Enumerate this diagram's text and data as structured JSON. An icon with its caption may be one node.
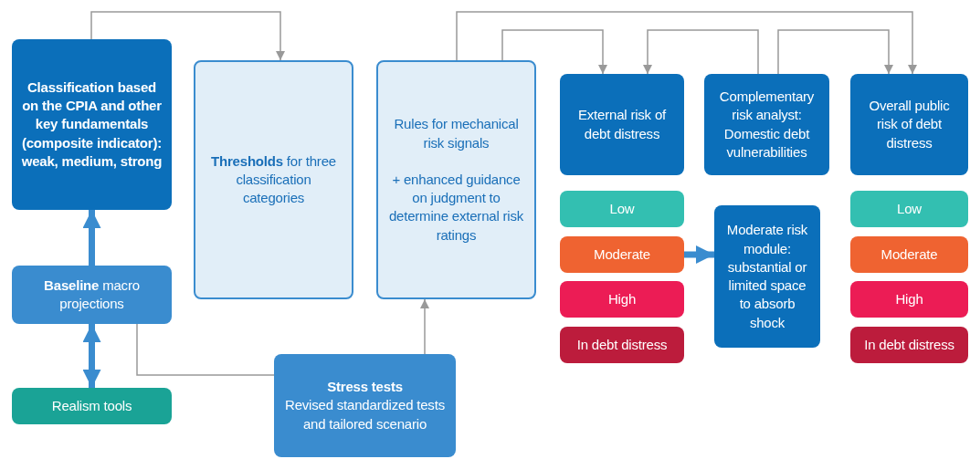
{
  "diagram": {
    "nodes": [
      {
        "text": [
          "Classification based on the CPIA and other key fundamentals (composite indicator): weak, medium, strong"
        ]
      },
      {
        "text": [
          "**Thresholds** for three classification categories"
        ]
      },
      {
        "text": [
          "Rules for mechanical risk signals",
          "+ enhanced guidance on judgment to determine external risk ratings"
        ]
      },
      {
        "text": [
          "External risk of debt distress"
        ]
      },
      {
        "text": [
          "Complementary risk analyst: Domestic debt vulnerabilities"
        ]
      },
      {
        "text": [
          "Overall public risk of debt distress"
        ]
      },
      {
        "text": [
          "Low"
        ]
      },
      {
        "text": [
          "Moderate"
        ]
      },
      {
        "text": [
          "High"
        ]
      },
      {
        "text": [
          "In debt distress"
        ]
      },
      {
        "text": [
          "Moderate risk module: substantial or limited space to absorb shock"
        ]
      },
      {
        "text": [
          "Low"
        ]
      },
      {
        "text": [
          "Moderate"
        ]
      },
      {
        "text": [
          "High"
        ]
      },
      {
        "text": [
          "In debt distress"
        ]
      },
      {
        "text": [
          "**Baseline** macro projections"
        ]
      },
      {
        "text": [
          "Realism tools"
        ]
      },
      {
        "text": [
          "Stress tests",
          "Revised standardized tests and tailored scenario"
        ]
      }
    ],
    "edges": [
      {
        "from": 0,
        "to": 1,
        "arrow": "to"
      },
      {
        "from": 2,
        "to": 3,
        "arrow": "to"
      },
      {
        "from": 2,
        "to": 5,
        "arrow": "to"
      },
      {
        "from": 4,
        "to": 3,
        "arrow": "to"
      },
      {
        "from": 4,
        "to": 5,
        "arrow": "to"
      },
      {
        "from": 15,
        "to": 0,
        "arrow": "to",
        "style": "thick",
        "color": "#3a8ccf"
      },
      {
        "from": 15,
        "to": 16,
        "arrow": "both",
        "style": "thick",
        "color": "#3a8ccf"
      },
      {
        "from": 15,
        "to": 17,
        "arrow": "none"
      },
      {
        "from": 17,
        "to": 2,
        "arrow": "to"
      },
      {
        "from": 7,
        "to": 10,
        "arrow": "to",
        "style": "thick",
        "color": "#3a8ccf"
      }
    ]
  }
}
